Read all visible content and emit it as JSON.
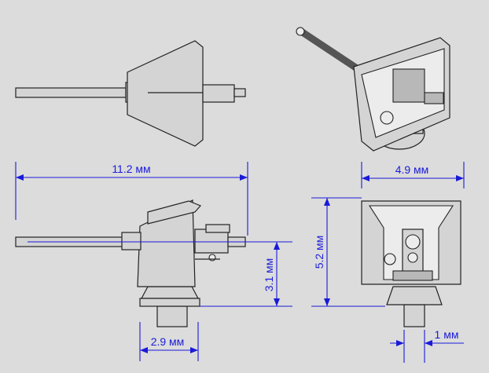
{
  "dimensions": {
    "length": "11.2 мм",
    "width": "4.9 мм",
    "height": "5.2 мм",
    "axis_height": "3.1 мм",
    "base_width": "2.9 мм",
    "detail": "1 мм"
  },
  "colors": {
    "background": "#dcdcdc",
    "dimension": "#1a1ad9",
    "outline": "#222222"
  }
}
